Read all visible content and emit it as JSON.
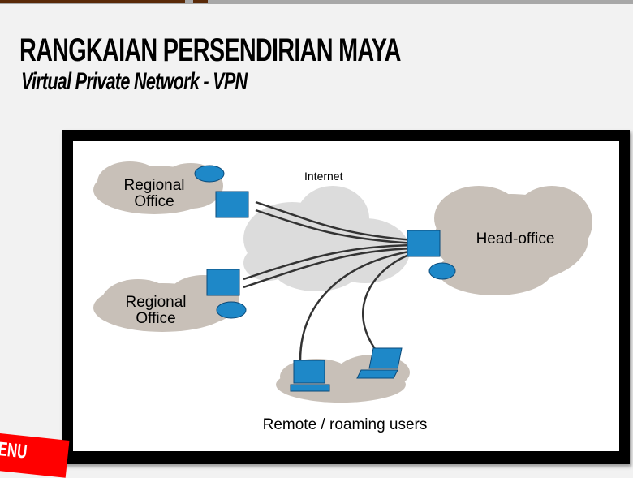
{
  "slide": {
    "title": "RANGKAIAN PERSENDIRIAN MAYA",
    "subtitle": "Virtual Private Network - VPN"
  },
  "diagram": {
    "internet_label": "Internet",
    "regional_office_top": [
      "Regional",
      "Office"
    ],
    "regional_office_bottom": [
      "Regional",
      "Office"
    ],
    "head_office_label": "Head-office",
    "remote_users_label": "Remote / roaming users",
    "colors": {
      "cloud": "#c8c0b8",
      "internet_cloud": "#dcdcdc",
      "device": "#1e88c8",
      "link": "#333333"
    }
  },
  "menu": {
    "label": "ENU",
    "color": "#ff0000"
  }
}
